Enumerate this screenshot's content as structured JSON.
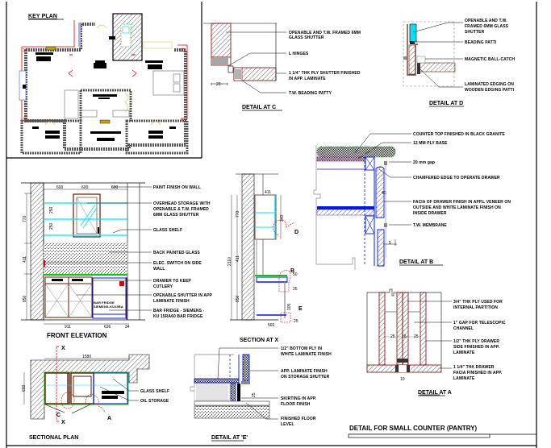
{
  "sheet_title": "DETAIL FOR SMALL COUNTER (PANTRY)",
  "key_plan": {
    "title": "KEY PLAN"
  },
  "detail_c": {
    "title": "DETAIL AT  C",
    "notes": [
      "OPENABLE AND T.W. FRAMED 6MM",
      "GLASS SHUTTER",
      "L HINGES",
      "1 1/4\" THK PLY SHUTTER FINISHED",
      "IN APP. LAMINATE",
      "T.W. BEADING PATTY"
    ],
    "dims": [
      "20"
    ]
  },
  "detail_d": {
    "title": "DETAIL AT  D",
    "notes": [
      "OPENABLE AND T.W.",
      "FRAMED 6MM GLASS",
      "SHUTTER",
      "BEADING PATTI",
      "MAGNETIC BALL-CATCH",
      "LAMINATED EDGING ON",
      "WOODEN EDGING PATTI"
    ]
  },
  "detail_b": {
    "title": "DETAIL AT B",
    "notes": [
      "COUNTER TOP FINISHED IN BLACK GRANITE",
      "12 MM PLY BASE",
      "20 mm gap",
      "CHAMFERED EDGE TO OPERATE DRAWER",
      "FACIA OF DRAWER FINISH IN APP.L VENEER ON",
      "OUTSIDE AND WHITE LAMINATE FINISH ON",
      "INSIDE DRAWER",
      "T.W. MEMBRANE"
    ],
    "dims": [
      "40",
      "5"
    ]
  },
  "front_elevation": {
    "title": "FRONT ELEVATION",
    "notes": [
      "PAINT FINISH ON WALL",
      "OVERHEAD STORAGE WITH",
      "OPENABLE & T.W. FRAMED",
      "6MM GLASS SHUTTER",
      "GLASS SHELF",
      "BACK PAINTED GLASS",
      "ELEC. SWITCH ON SIDE",
      "WALL",
      "DRAWER TO KEEP",
      "CUTLERY",
      "OPENABLE SHUTTER IN APP",
      "LAMINATE FINISH",
      "BAR FRIDGE - SIEMENS -",
      "KU 15RA60 BAR FRIDGE"
    ],
    "fridge_label": [
      "BAR FRIDGE",
      "SIEMENS-KU15RA"
    ],
    "dims_top": [
      "600",
      "600",
      "600"
    ],
    "dims_left": [
      "770",
      "411",
      "850"
    ],
    "dims_shelf": [
      "250",
      "250"
    ],
    "dims_bottom": [
      "911",
      "636",
      "34"
    ]
  },
  "section_x": {
    "title": "SECTION AT X",
    "dims": [
      "411",
      "2110",
      "770",
      "411",
      "850",
      "340",
      "50",
      "25",
      "105",
      "25",
      "560"
    ],
    "callouts": [
      "D",
      "B",
      "E"
    ]
  },
  "detail_a": {
    "title": "DETAIL AT  A",
    "notes": [
      "3/4\" THK PLY USED FOR",
      "INTERNAL PARTITION",
      "1\" GAP FOR TELESCOPIC",
      "CHANNEL",
      "1/2\" THK PLY  DRAWER",
      "SIDE FINISHED IN APP.",
      "LAMINATE",
      "1 1/4\" THK DRAWER",
      "FACIA FINISHED IN APP.",
      "LAMINATE"
    ],
    "dims": [
      "25",
      "18",
      "25",
      "10"
    ]
  },
  "sectional_plan": {
    "title": "SECTIONAL PLAN",
    "notes": [
      "GLASS SHELF",
      "OIL STORAGE"
    ],
    "dims": [
      "1580",
      "600"
    ],
    "markers": [
      "X",
      "X",
      "C",
      "A"
    ]
  },
  "detail_e": {
    "title": "DETAIL AT 'E'",
    "notes": [
      "1/2\" BOTTOM PLY IN",
      "WHITE LAMINATE FINISH",
      "APP. LAMINATE FINISH",
      "ON STORAGE SHUTTER",
      "SKIRTING IN APP.",
      "FLOOR FINISH",
      "FINISHED FLOOR",
      "LEVEL"
    ],
    "dims": [
      "25"
    ]
  },
  "colors": {
    "red": "#e00000",
    "brown": "#5a1e06",
    "blue": "#0018e0",
    "cyan": "#00e0ff",
    "green": "#00d000",
    "grey": "#808080"
  }
}
